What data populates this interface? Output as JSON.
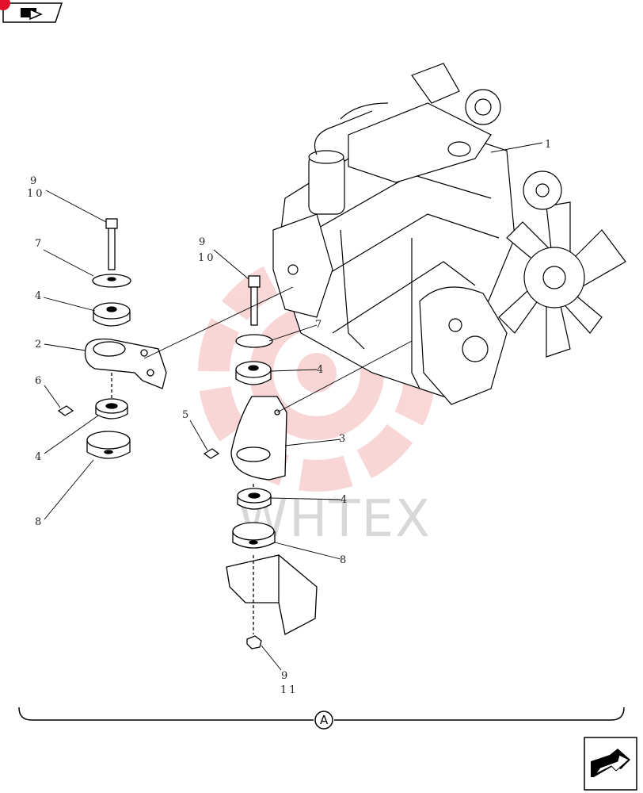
{
  "nav": {
    "top_icon": "previous-page-arrow-icon",
    "bottom_icon": "next-page-arrow-icon",
    "marker_color": "#e3102a"
  },
  "watermark": {
    "text": "WHTEX",
    "color": "#e44b4b"
  },
  "section": {
    "label": "A"
  },
  "callouts": {
    "part_1": "1",
    "part_2": "2",
    "part_3": "3",
    "part_4_a": "4",
    "part_4_b": "4",
    "part_4_c": "4",
    "part_4_d": "4",
    "part_5": "5",
    "part_6": "6",
    "part_7_a": "7",
    "part_7_b": "7",
    "part_8_a": "8",
    "part_8_b": "8",
    "part_9_a": "9",
    "part_10_a": "10",
    "part_9_b": "9",
    "part_10_b": "10",
    "part_9_c": "9",
    "part_11": "11"
  }
}
